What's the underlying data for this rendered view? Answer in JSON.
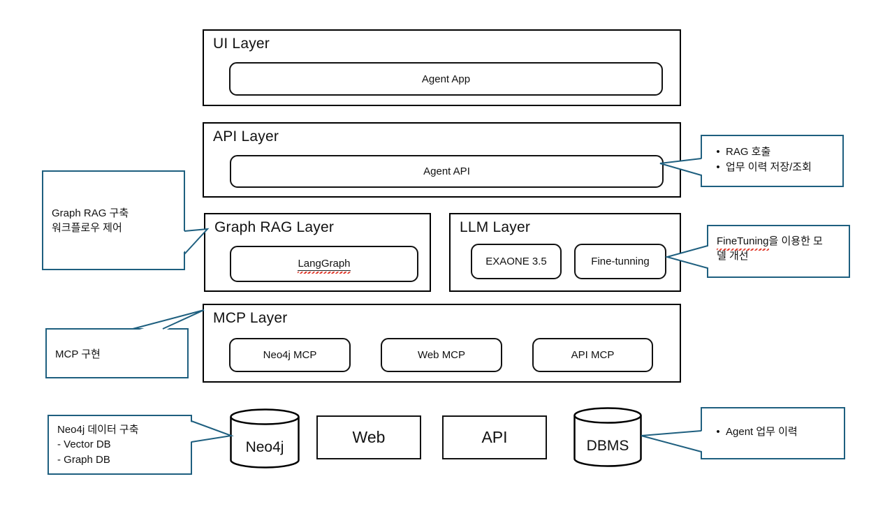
{
  "diagram": {
    "layers": {
      "ui": {
        "title": "UI Layer",
        "items": [
          {
            "label": "Agent App"
          }
        ]
      },
      "api": {
        "title": "API Layer",
        "items": [
          {
            "label": "Agent API"
          }
        ]
      },
      "graph_rag": {
        "title": "Graph RAG Layer",
        "items": [
          {
            "label": "LangGraph"
          }
        ]
      },
      "llm": {
        "title": "LLM Layer",
        "items": [
          {
            "label": "EXAONE 3.5"
          },
          {
            "label": "Fine-tunning"
          }
        ]
      },
      "mcp": {
        "title": "MCP Layer",
        "items": [
          {
            "label": "Neo4j MCP"
          },
          {
            "label": "Web MCP"
          },
          {
            "label": "API MCP"
          }
        ]
      }
    },
    "datasources": {
      "neo4j": {
        "label": "Neo4j",
        "shape": "cylinder"
      },
      "web": {
        "label": "Web",
        "shape": "rect"
      },
      "api": {
        "label": "API",
        "shape": "rect"
      },
      "dbms": {
        "label": "DBMS",
        "shape": "cylinder"
      }
    },
    "callouts": {
      "agent_api": {
        "bullet_char": "•",
        "bullets": [
          "RAG 호출",
          "업무 이력 저장/조회"
        ]
      },
      "fine_tuning": {
        "line1_flagged": "FineTuning",
        "line1_rest": "을 이용한 모",
        "line2": "델 개선"
      },
      "graph_rag": {
        "lines": [
          "Graph RAG 구축",
          "워크플로우 제어"
        ]
      },
      "mcp": {
        "lines": [
          "MCP 구현"
        ]
      },
      "neo4j": {
        "title": "Neo4j 데이터 구축",
        "lines": [
          "-  Vector DB",
          "-  Graph DB"
        ]
      },
      "dbms": {
        "bullet_char": "•",
        "bullets": [
          "Agent 업무 이력"
        ]
      }
    },
    "colors": {
      "box_border": "#000000",
      "callout_border": "#1E5F7F",
      "spellcheck_red": "#E0392B",
      "background": "#FFFFFF"
    }
  }
}
